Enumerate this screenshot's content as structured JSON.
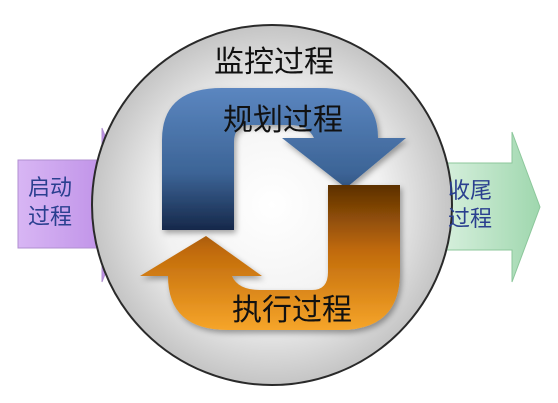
{
  "diagram": {
    "outer_label": "监控过程",
    "planning_label": "规划过程",
    "executing_label": "执行过程",
    "initiating_line1": "启动",
    "initiating_line2": "过程",
    "closing_line1": "收尾",
    "closing_line2": "过程"
  },
  "colors": {
    "planning": "#3c6496",
    "executing": "#e58a12",
    "initiating": "#c9a3ec",
    "closing": "#b9e6c5",
    "circle_stroke": "#2a2a2a",
    "initiating_text": "#2a3f8f",
    "closing_text": "#2a3f8f"
  }
}
